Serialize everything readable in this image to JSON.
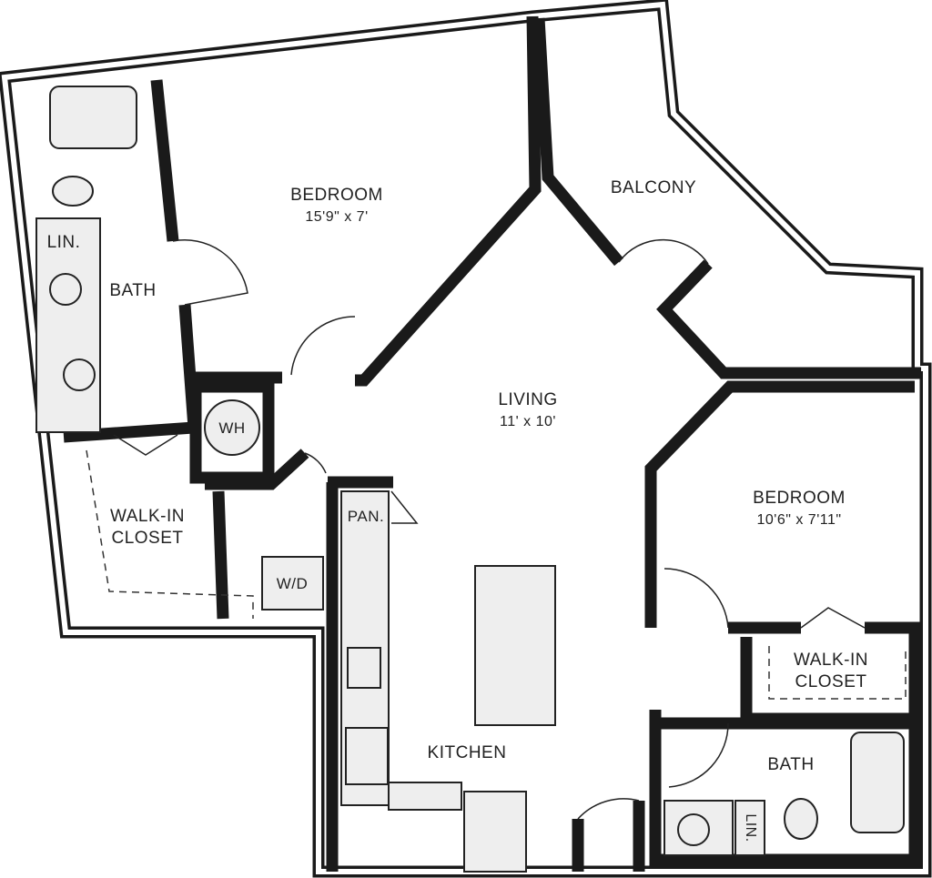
{
  "rooms": {
    "bedroom1": {
      "name": "BEDROOM",
      "dims": "15'9\" x 7'"
    },
    "balcony": {
      "name": "BALCONY"
    },
    "lin1": {
      "name": "LIN."
    },
    "bath1": {
      "name": "BATH"
    },
    "living": {
      "name": "LIVING",
      "dims": "11' x 10'"
    },
    "wh": {
      "name": "WH"
    },
    "closet1": {
      "name": "WALK-IN\nCLOSET",
      "line1": "WALK-IN",
      "line2": "CLOSET"
    },
    "pantry": {
      "name": "PAN."
    },
    "wd": {
      "name": "W/D"
    },
    "bedroom2": {
      "name": "BEDROOM",
      "dims": "10'6\" x 7'11\""
    },
    "closet2": {
      "line1": "WALK-IN",
      "line2": "CLOSET"
    },
    "kitchen": {
      "name": "KITCHEN"
    },
    "bath2": {
      "name": "BATH"
    },
    "lin2": {
      "name": "LIN."
    }
  }
}
